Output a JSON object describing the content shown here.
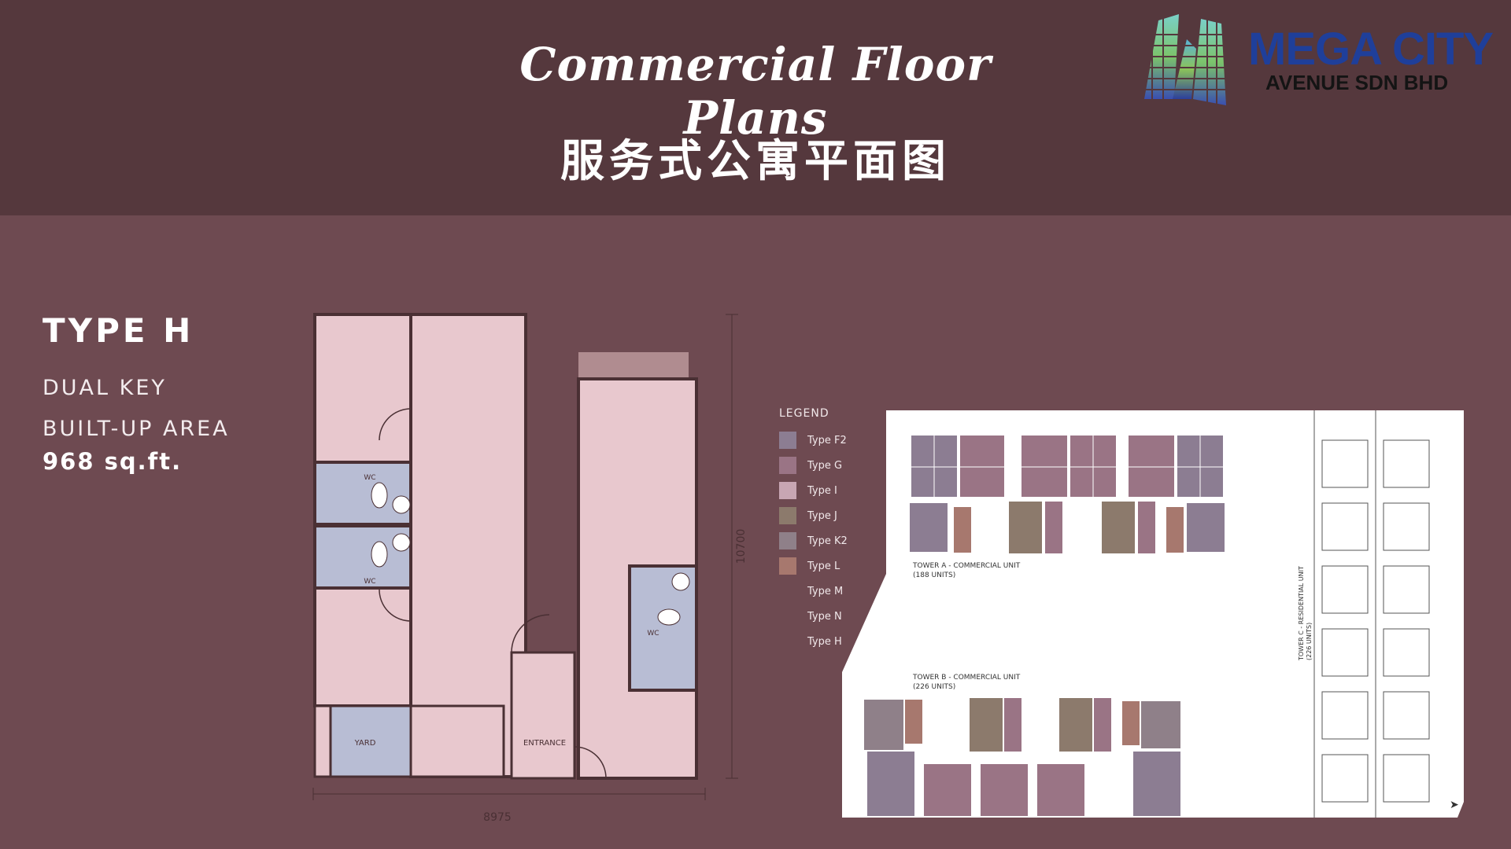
{
  "header": {
    "title_script": "Commercial Floor Plans",
    "title_cn": "服务式公寓平面图"
  },
  "logo": {
    "name": "MEGA CITY",
    "subtitle": "AVENUE SDN BHD"
  },
  "unit": {
    "type": "TYPE H",
    "description": "DUAL KEY",
    "area_label": "BUILT-UP AREA",
    "area_value": "968 sq.ft."
  },
  "floor_plan": {
    "room_labels": {
      "wc_top": "WC",
      "wc_bottom": "WC",
      "wc_right": "WC",
      "yard": "YARD",
      "entrance": "ENTRANCE"
    },
    "dimensions": {
      "width": "8975",
      "height": "10700"
    }
  },
  "site_plan": {
    "legend_title": "LEGEND",
    "legend": [
      {
        "label": "Type F2",
        "color": "#8c7d92"
      },
      {
        "label": "Type G",
        "color": "#9a7485"
      },
      {
        "label": "Type I",
        "color": "#c8a6b3"
      },
      {
        "label": "Type J",
        "color": "#8c7a6c"
      },
      {
        "label": "Type K2",
        "color": "#8f8089"
      },
      {
        "label": "Type L",
        "color": "#a7786e"
      },
      {
        "label": "Type M",
        "color": ""
      },
      {
        "label": "Type N",
        "color": ""
      },
      {
        "label": "Type H",
        "color": ""
      }
    ],
    "tower_a": "TOWER A - COMMERCIAL UNIT",
    "tower_a_units": "(188 UNITS)",
    "tower_b": "TOWER B - COMMERCIAL UNIT",
    "tower_b_units": "(226 UNITS)",
    "tower_c": "TOWER C - RESIDENTIAL UNIT",
    "tower_c_units": "(226 UNITS)"
  }
}
